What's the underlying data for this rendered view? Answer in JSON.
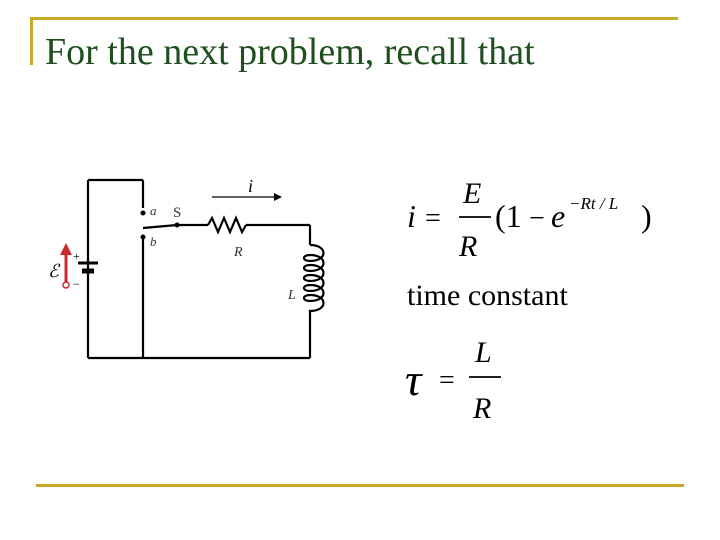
{
  "slide": {
    "title": "For the next problem, recall that"
  },
  "circuit": {
    "current_label": "i",
    "switch_label": "S",
    "terminal_a": "a",
    "terminal_b": "b",
    "resistor_label": "R",
    "inductor_label": "L",
    "emf_symbol": "ℰ",
    "plus_sign": "+",
    "minus_sign": "−"
  },
  "equation1": {
    "lhs": "i",
    "equals": "=",
    "numerator": "E",
    "denominator": "R",
    "open": "(1",
    "minus": "−",
    "base": "e",
    "exponent": "−Rt / L",
    "close": ")"
  },
  "time_constant_label": "time constant",
  "equation2": {
    "lhs": "τ",
    "equals": "=",
    "numerator": "L",
    "denominator": "R"
  },
  "colors": {
    "frame": "#c9a928",
    "title": "#1f4e1f",
    "emf_arrow": "#cc2a2a"
  }
}
